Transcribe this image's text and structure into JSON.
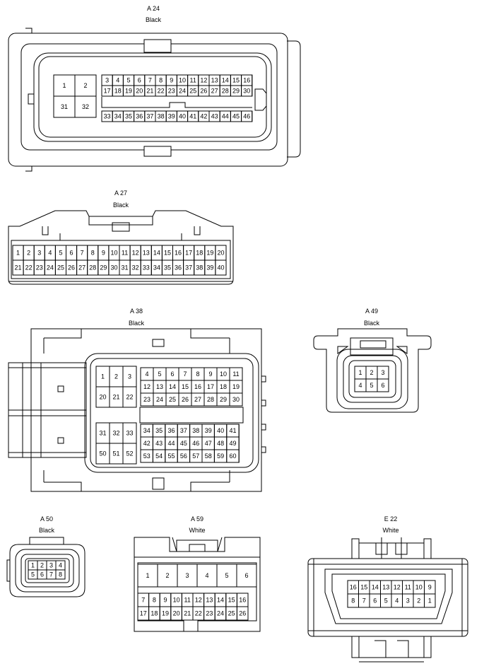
{
  "connectors": [
    {
      "id": "A 24",
      "color": "Black",
      "blocks": [
        {
          "cols": 2,
          "pins": [
            "1",
            "2",
            "31",
            "32"
          ]
        },
        {
          "cols": 14,
          "pins": [
            "3",
            "4",
            "5",
            "6",
            "7",
            "8",
            "9",
            "10",
            "11",
            "12",
            "13",
            "14",
            "15",
            "16",
            "17",
            "18",
            "19",
            "20",
            "21",
            "22",
            "23",
            "24",
            "25",
            "26",
            "27",
            "28",
            "29",
            "30"
          ]
        },
        {
          "cols": 14,
          "pins": [
            "33",
            "34",
            "35",
            "36",
            "37",
            "38",
            "39",
            "40",
            "41",
            "42",
            "43",
            "44",
            "45",
            "46"
          ]
        }
      ]
    },
    {
      "id": "A 27",
      "color": "Black",
      "blocks": [
        {
          "cols": 20,
          "pins": [
            "1",
            "2",
            "3",
            "4",
            "5",
            "6",
            "7",
            "8",
            "9",
            "10",
            "11",
            "12",
            "13",
            "14",
            "15",
            "16",
            "17",
            "18",
            "19",
            "20",
            "21",
            "22",
            "23",
            "24",
            "25",
            "26",
            "27",
            "28",
            "29",
            "30",
            "31",
            "32",
            "33",
            "34",
            "35",
            "36",
            "37",
            "38",
            "39",
            "40"
          ]
        }
      ]
    },
    {
      "id": "A 38",
      "color": "Black",
      "blocks": [
        {
          "cols": 3,
          "pins": [
            "1",
            "2",
            "3",
            "20",
            "21",
            "22"
          ]
        },
        {
          "cols": 8,
          "pins": [
            "4",
            "5",
            "6",
            "7",
            "8",
            "9",
            "10",
            "11",
            "12",
            "13",
            "14",
            "15",
            "16",
            "17",
            "18",
            "19",
            "23",
            "24",
            "25",
            "26",
            "27",
            "28",
            "29",
            "30"
          ]
        },
        {
          "cols": 3,
          "pins": [
            "31",
            "32",
            "33",
            "50",
            "51",
            "52"
          ]
        },
        {
          "cols": 8,
          "pins": [
            "34",
            "35",
            "36",
            "37",
            "38",
            "39",
            "40",
            "41",
            "42",
            "43",
            "44",
            "45",
            "46",
            "47",
            "48",
            "49",
            "53",
            "54",
            "55",
            "56",
            "57",
            "58",
            "59",
            "60"
          ]
        }
      ]
    },
    {
      "id": "A 49",
      "color": "Black",
      "blocks": [
        {
          "cols": 3,
          "pins": [
            "1",
            "2",
            "3",
            "4",
            "5",
            "6"
          ]
        }
      ]
    },
    {
      "id": "A 50",
      "color": "Black",
      "blocks": [
        {
          "cols": 4,
          "pins": [
            "1",
            "2",
            "3",
            "4",
            "5",
            "6",
            "7",
            "8"
          ]
        }
      ]
    },
    {
      "id": "A 59",
      "color": "White",
      "blocks": [
        {
          "cols": 6,
          "pins": [
            "1",
            "2",
            "3",
            "4",
            "5",
            "6"
          ]
        },
        {
          "cols": 10,
          "pins": [
            "7",
            "8",
            "9",
            "10",
            "11",
            "12",
            "13",
            "14",
            "15",
            "16",
            "17",
            "18",
            "19",
            "20",
            "21",
            "22",
            "23",
            "24",
            "25",
            "26"
          ]
        }
      ]
    },
    {
      "id": "E 22",
      "color": "White",
      "blocks": [
        {
          "cols": 8,
          "pins": [
            "16",
            "15",
            "14",
            "13",
            "12",
            "11",
            "10",
            "9",
            "8",
            "7",
            "6",
            "5",
            "4",
            "3",
            "2",
            "1"
          ]
        }
      ]
    }
  ]
}
